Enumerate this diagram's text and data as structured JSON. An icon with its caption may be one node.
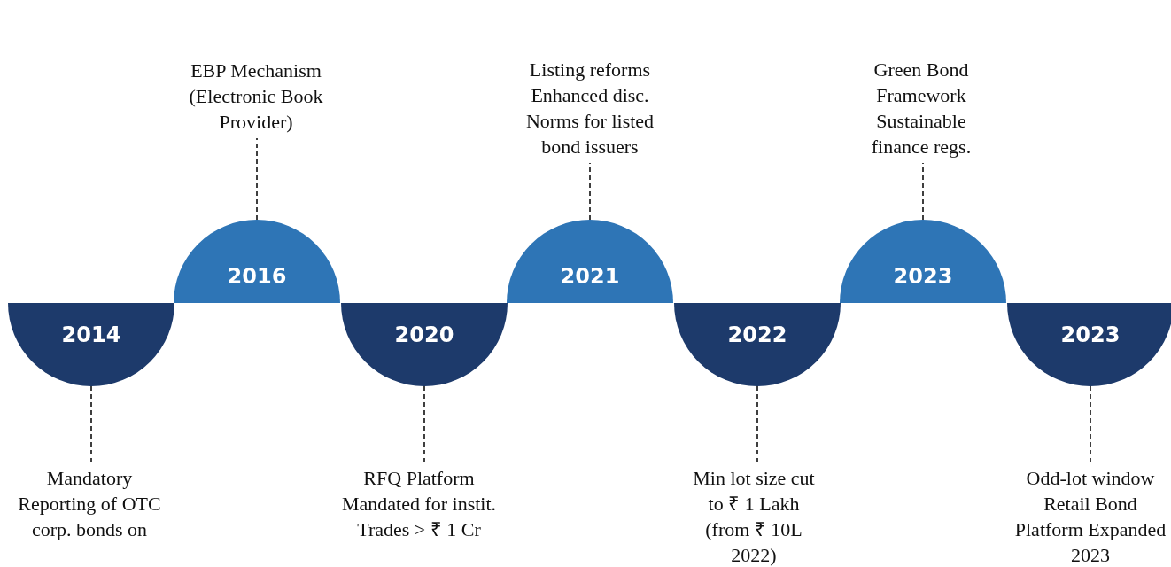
{
  "diagram": {
    "nodes": [
      {
        "text": [
          "2014"
        ]
      },
      {
        "text": [
          "Mandatory Reporting of OTC corp. bonds on"
        ]
      },
      {
        "text": [
          "2016"
        ]
      },
      {
        "text": [
          "EBP Mechanism (Electronic Book Provider)"
        ]
      },
      {
        "text": [
          "2020"
        ]
      },
      {
        "text": [
          "RFQ Platform Mandated for instit. Trades > ₹ 1 Cr"
        ]
      },
      {
        "text": [
          "2021"
        ]
      },
      {
        "text": [
          "Listing reforms Enhanced disc. Norms for listed bond issuers"
        ]
      },
      {
        "text": [
          "2022"
        ]
      },
      {
        "text": [
          "Min lot size cut to ₹ 1 Lakh (from ₹ 10L 2022)"
        ]
      },
      {
        "text": [
          "2023"
        ]
      },
      {
        "text": [
          "Green Bond Framework Sustainable finance regs."
        ]
      },
      {
        "text": [
          "2023"
        ]
      },
      {
        "text": [
          "Odd-lot window Retail Bond Platform Expanded 2023"
        ]
      }
    ],
    "edges": [
      {
        "from": 0,
        "to": 1,
        "arrow": "none",
        "style": "dashed"
      },
      {
        "from": 2,
        "to": 3,
        "arrow": "none",
        "style": "dashed"
      },
      {
        "from": 4,
        "to": 5,
        "arrow": "none",
        "style": "dashed"
      },
      {
        "from": 6,
        "to": 7,
        "arrow": "none",
        "style": "dashed"
      },
      {
        "from": 8,
        "to": 9,
        "arrow": "none",
        "style": "dashed"
      },
      {
        "from": 10,
        "to": 11,
        "arrow": "none",
        "style": "dashed"
      },
      {
        "from": 12,
        "to": 13,
        "arrow": "none",
        "style": "dashed"
      }
    ]
  }
}
